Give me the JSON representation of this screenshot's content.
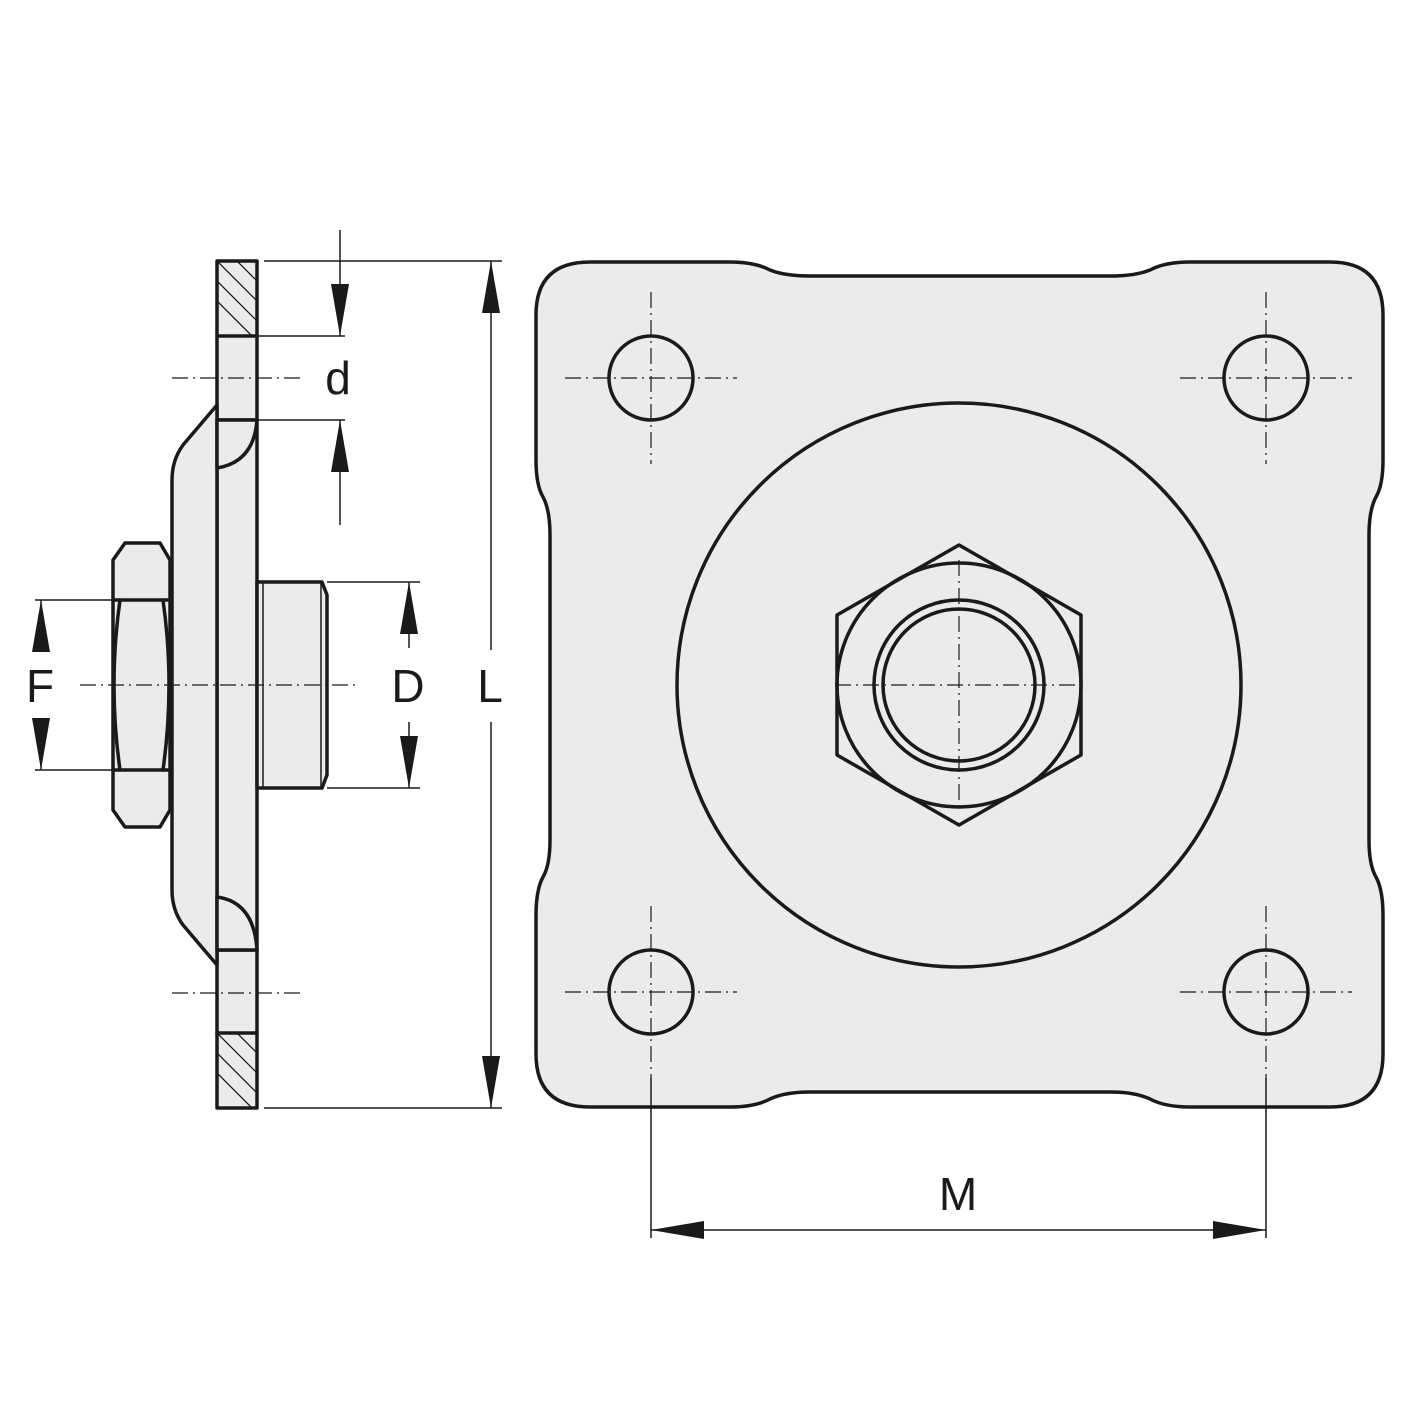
{
  "colors": {
    "line": "#1a1a1a",
    "part_fill": "#e9ecea",
    "hole_fill": "#ffffff",
    "background": "#ffffff"
  },
  "views": {
    "side": {
      "dimensions": {
        "hole_diameter": "d",
        "hex_width": "F",
        "stem_diameter": "D",
        "plate_length": "L"
      }
    },
    "top": {
      "dimensions": {
        "hole_spacing": "M"
      }
    }
  }
}
